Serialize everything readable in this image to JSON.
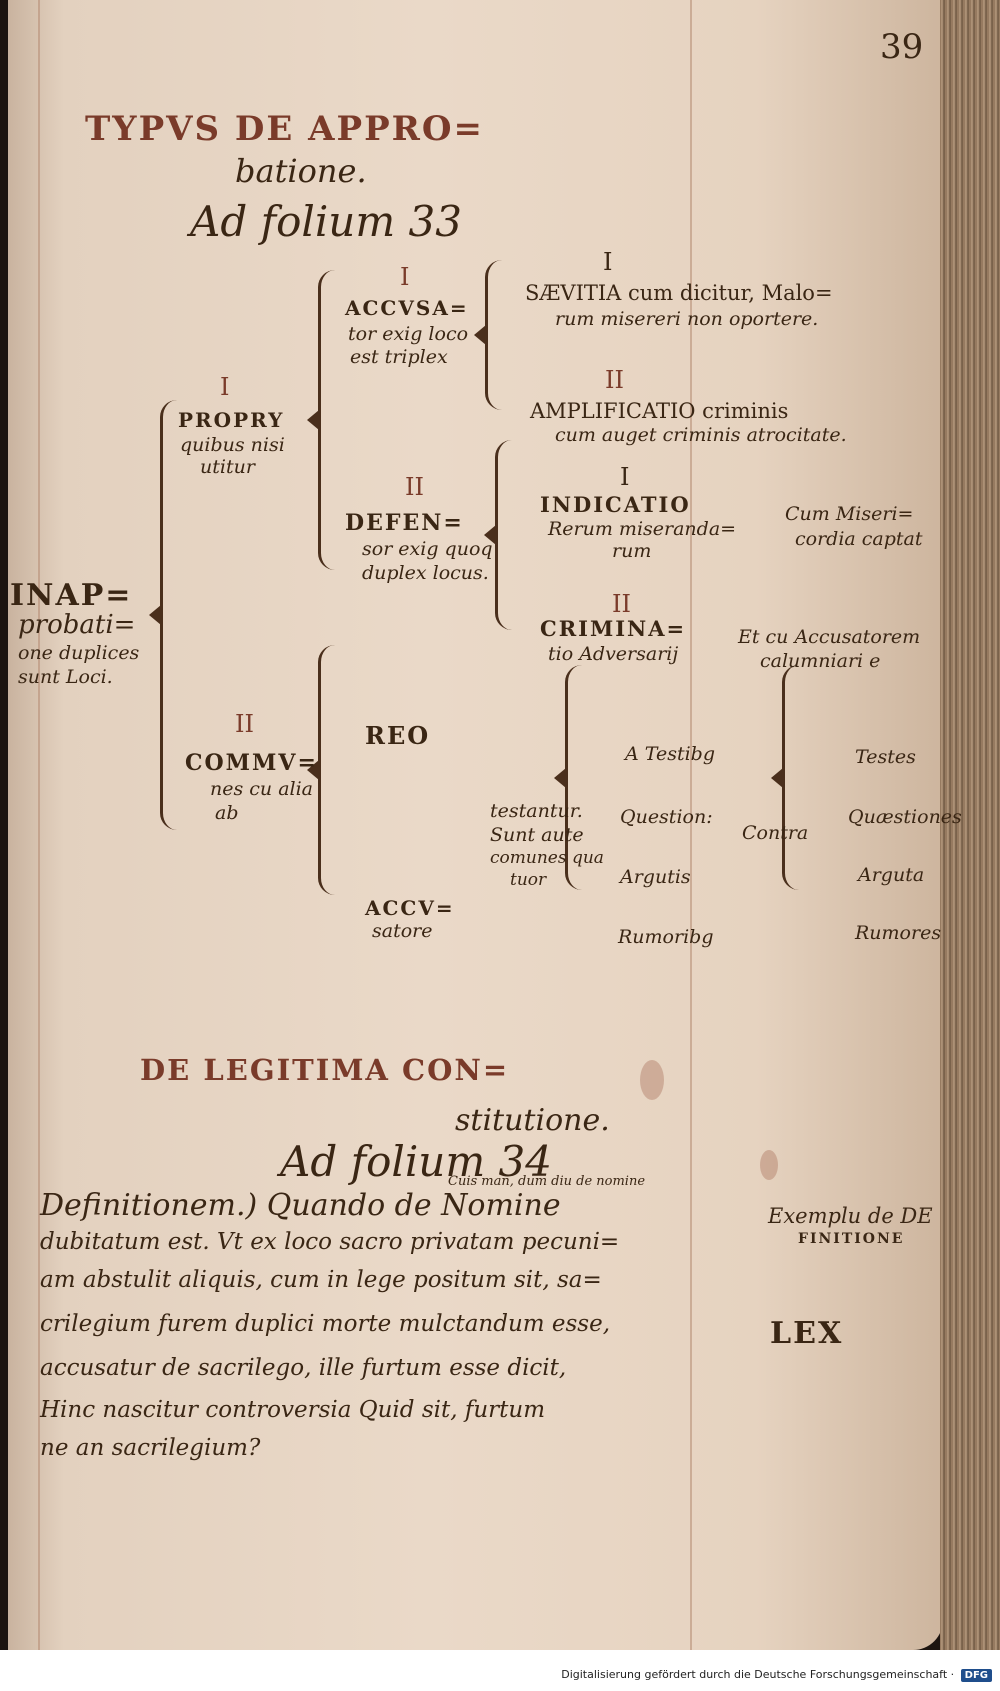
{
  "page_number": "39",
  "heading_top": {
    "line1": "TYPVS DE APPRO=",
    "line2": "batione.",
    "line3": "Ad folium 33"
  },
  "diagram": {
    "root": [
      "INAP=",
      "probati=",
      "one duplices",
      "sunt Loci."
    ],
    "num_i_1": "I",
    "num_ii_1": "II",
    "proprii": [
      "PROPRY",
      "quibus nisi",
      "utitur"
    ],
    "communes": [
      "COMMV=",
      "nes cu alia",
      "ab"
    ],
    "num_accusa": "I",
    "accusator": [
      "ACCVSA=",
      "tor exig loco",
      "est triplex"
    ],
    "num_defen": "II",
    "defensor": [
      "DEFEN=",
      "sor exig quoq",
      "duplex locus."
    ],
    "reo": "REO",
    "accusatore": [
      "ACCV=",
      "satore"
    ],
    "saevitia_num": "I",
    "saevitia": [
      "SÆVITIA cum dicitur, Malo=",
      "rum misereri non oportere."
    ],
    "amplif_num": "II",
    "amplificatio": [
      "AMPLIFICATIO criminis",
      "cum auget criminis atrocitate."
    ],
    "indic_num": "I",
    "indicatio": [
      "INDICATIO",
      "Rerum miseranda=",
      "rum"
    ],
    "misericordia": [
      "Cum Miseri=",
      "cordia captat"
    ],
    "crim_num": "II",
    "criminatio": [
      "CRIMINA=",
      "tio Adversarij"
    ],
    "calumniari": [
      "Et cu Accusatorem",
      "calumniari e"
    ],
    "testantur": [
      "testantur.",
      "Sunt aute",
      "comunes qua",
      "tuor"
    ],
    "sources_left": [
      "A Testibg",
      "Question:",
      "Argutis",
      "Rumoribg"
    ],
    "contra": "Contra",
    "sources_right": [
      "Testes",
      "Quæstiones",
      "Arguta",
      "Rumores"
    ]
  },
  "heading_mid": {
    "line1": "DE LEGITIMA CON=",
    "line2": "stitutione.",
    "line3": "Ad folium 34"
  },
  "body": {
    "interlinear": "Cuis man, dum diu de nomine",
    "lines": [
      "Definitionem.) Quando de Nomine",
      "dubitatum est. Vt ex loco sacro privatam pecuni=",
      "am abstulit aliquis, cum in lege positum sit, sa=",
      "crilegium furem duplici morte mulctandum esse,",
      "accusatur de sacrilego, ille furtum esse dicit,",
      "Hinc nascitur controversia Quid sit, furtum",
      "ne an sacrilegium?"
    ],
    "side_note": [
      "Exemplu de DE",
      "FINITIONE"
    ],
    "lex": "LEX"
  },
  "footer": {
    "credit": "Digitalisierung gefördert durch die Deutsche Forschungsgemeinschaft ·",
    "logo": "DFG"
  },
  "colors": {
    "ink": "#3a2614",
    "rubric": "#7a3b2a",
    "paper": "#ead9c8"
  }
}
